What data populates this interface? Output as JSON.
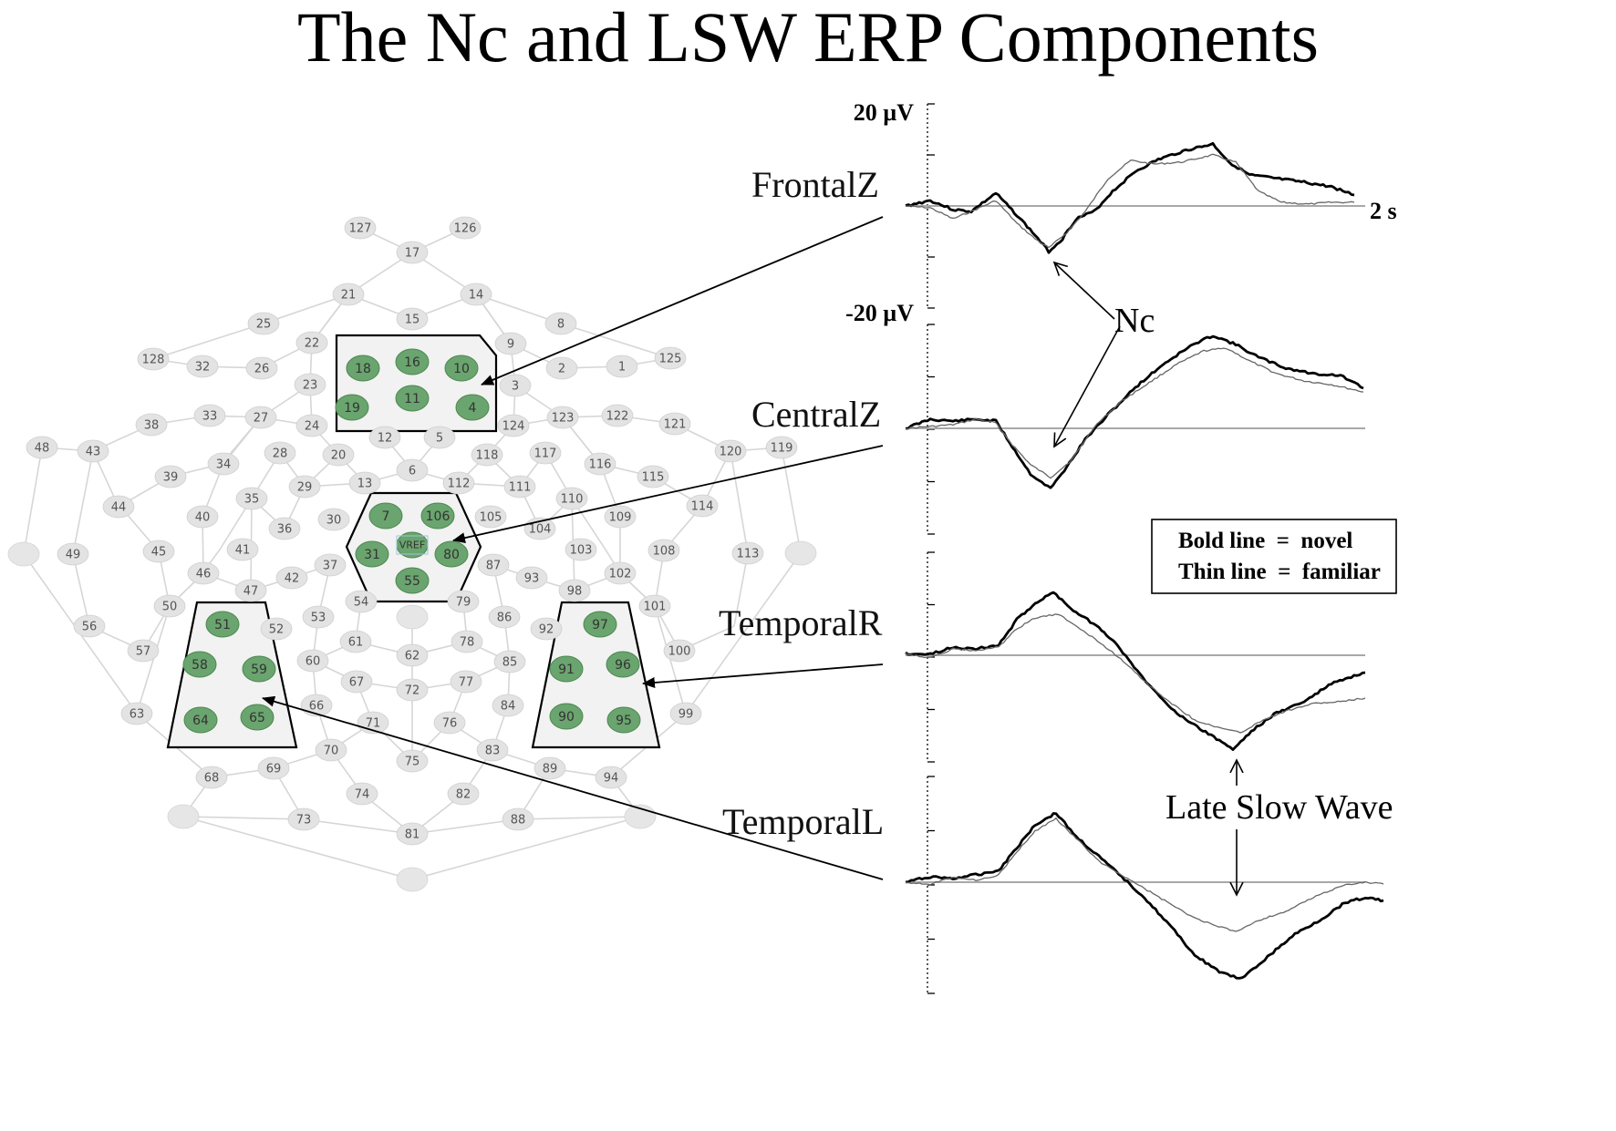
{
  "title": "The Nc and LSW ERP Components",
  "scale": {
    "top": "20 µV",
    "bottom": "-20 µV",
    "time": "2 s"
  },
  "regions": [
    {
      "label": "FrontalZ"
    },
    {
      "label": "CentralZ"
    },
    {
      "label": "TemporalR"
    },
    {
      "label": "TemporalL"
    }
  ],
  "annotations": {
    "nc": "Nc",
    "lsw": "Late Slow Wave"
  },
  "legend": {
    "bold": "Bold line  =  novel",
    "thin": "Thin line  =  familiar"
  },
  "colors": {
    "electrode": "#e3e3e3",
    "highlight": "#5f9b63",
    "box": "#f2f2f2",
    "line": "#000000"
  },
  "electrodes": {
    "gray": [
      "127",
      "126",
      "17",
      "21",
      "14",
      "25",
      "15",
      "8",
      "22",
      "9",
      "128",
      "32",
      "26",
      "2",
      "1",
      "125",
      "23",
      "3",
      "38",
      "33",
      "27",
      "24",
      "124",
      "123",
      "122",
      "121",
      "12",
      "5",
      "48",
      "43",
      "28",
      "20",
      "118",
      "117",
      "120",
      "119",
      "39",
      "34",
      "6",
      "13",
      "112",
      "111",
      "116",
      "115",
      "44",
      "35",
      "29",
      "105",
      "110",
      "114",
      "40",
      "30",
      "104",
      "109",
      "49",
      "45",
      "41",
      "36",
      "37",
      "87",
      "93",
      "103",
      "108",
      "113",
      "46",
      "42",
      "47",
      "54",
      "79",
      "98",
      "102",
      "50",
      "53",
      "52",
      "86",
      "92",
      "101",
      "56",
      "57",
      "61",
      "78",
      "62",
      "60",
      "85",
      "100",
      "67",
      "77",
      "72",
      "66",
      "63",
      "71",
      "76",
      "84",
      "99",
      "70",
      "83",
      "75",
      "69",
      "68",
      "74",
      "82",
      "89",
      "94",
      "73",
      "81",
      "88"
    ],
    "highlighted": [
      "18",
      "16",
      "10",
      "19",
      "11",
      "4",
      "7",
      "106",
      "VREF",
      "31",
      "80",
      "55",
      "51",
      "58",
      "59",
      "64",
      "65",
      "97",
      "91",
      "96",
      "90",
      "95"
    ]
  }
}
